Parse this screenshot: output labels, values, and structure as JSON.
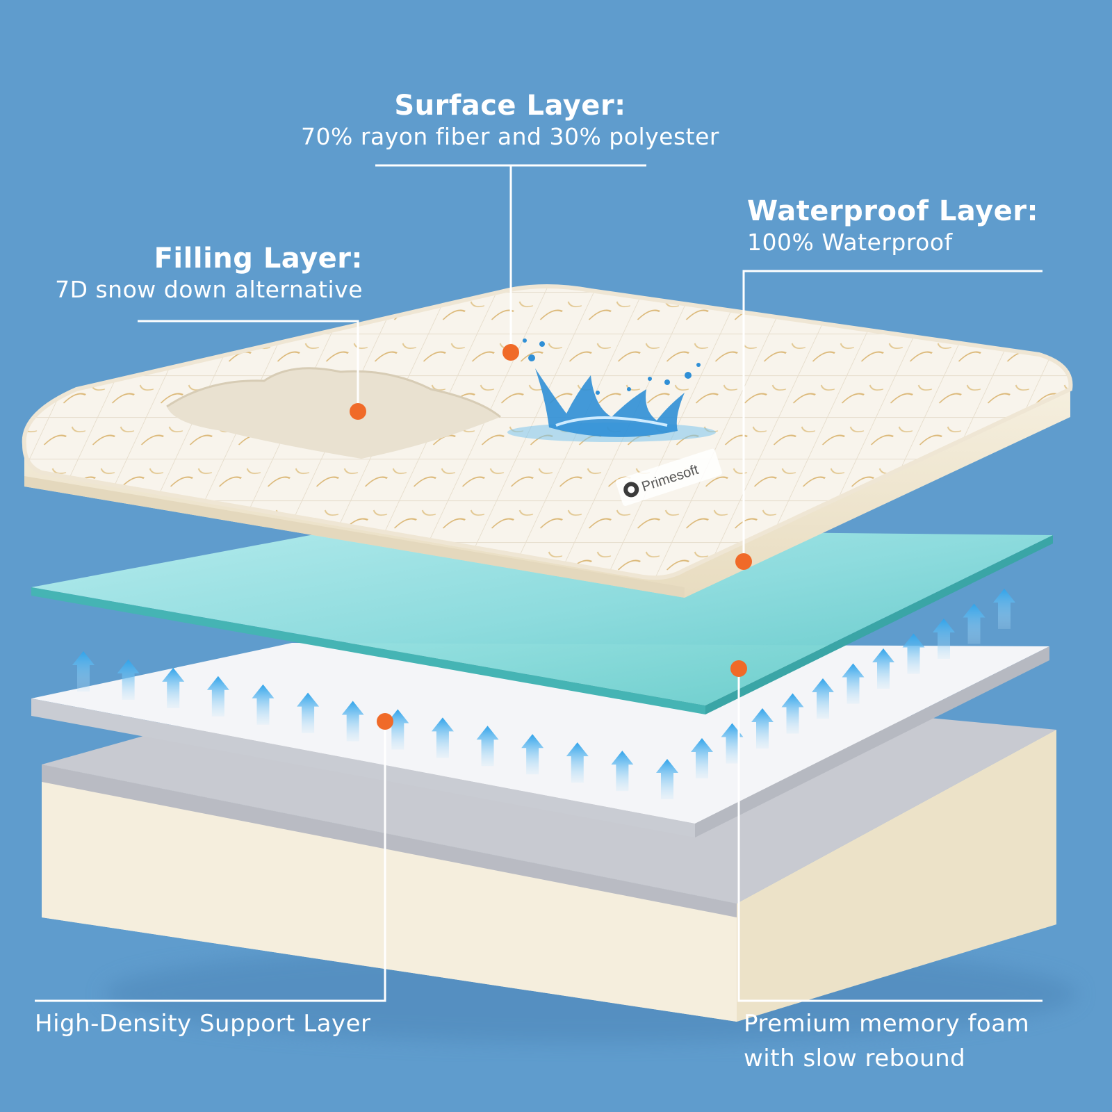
{
  "colors": {
    "background": "#5f9ccd",
    "callout_line": "#ffffff",
    "callout_dot": "#f06a28",
    "topper_fabric": "#f7f3ea",
    "topper_pattern": "#d9b36a",
    "waterproof_layer": "#6ad1cf",
    "support_layer": "#f4f5f8",
    "foam_top": "#c9cbd2",
    "foam_side": "#f3ecda",
    "airflow_arrow": "#3aa9ea"
  },
  "icons": [
    "water-splash-icon",
    "airflow-arrow-icon",
    "brand-logo-icon"
  ],
  "callouts": {
    "surface": {
      "title": "Surface Layer:",
      "description": "70% rayon fiber and 30% polyester"
    },
    "filling": {
      "title": "Filling Layer:",
      "description": "7D snow down alternative"
    },
    "waterproof": {
      "title": "Waterproof Layer:",
      "description": "100% Waterproof"
    },
    "support": {
      "description": "High-Density Support Layer"
    },
    "memory": {
      "line1": "Premium memory foam",
      "line2": "with slow rebound"
    }
  },
  "brand": {
    "name": "Primesoft"
  }
}
